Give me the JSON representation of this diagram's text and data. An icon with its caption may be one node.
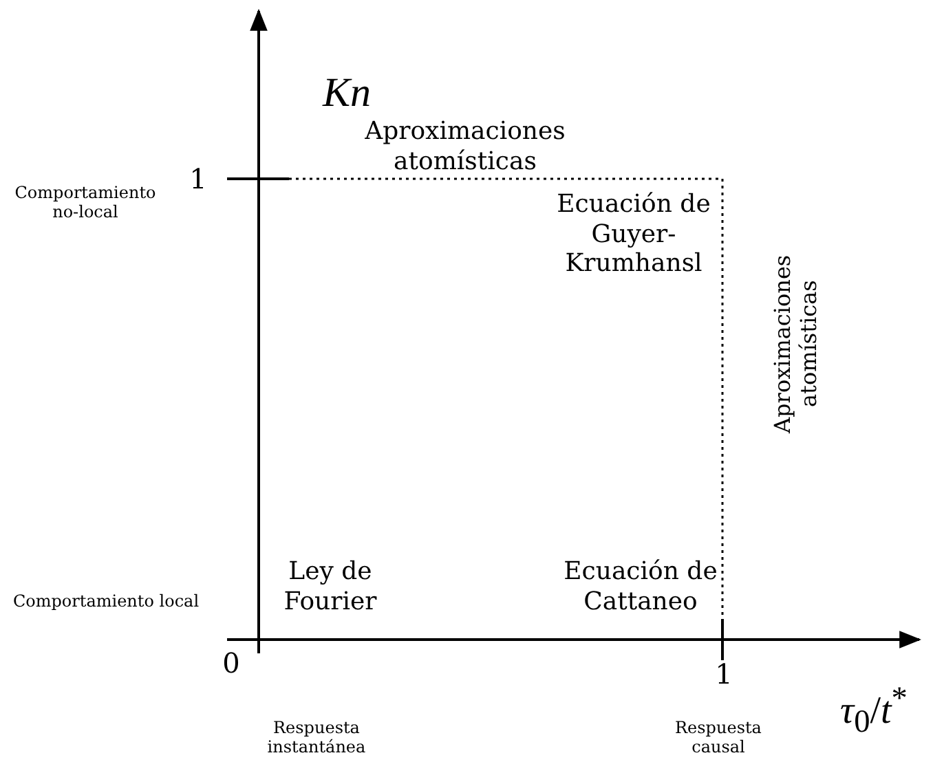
{
  "diagram": {
    "labels": [
      "*Kn*",
      "Aproximaciones atomísticas",
      "Comportamiento no-local",
      "1",
      "Ecuación de Guyer-Krumhansl",
      "Aproximaciones atomísticas",
      "Ley de Fourier",
      "Ecuación de Cattaneo",
      "Comportamiento local",
      "0",
      "1",
      "*τ*$_{0}$/*t*$^{*}$",
      "Respuesta instantánea",
      "Respuesta causal"
    ]
  }
}
